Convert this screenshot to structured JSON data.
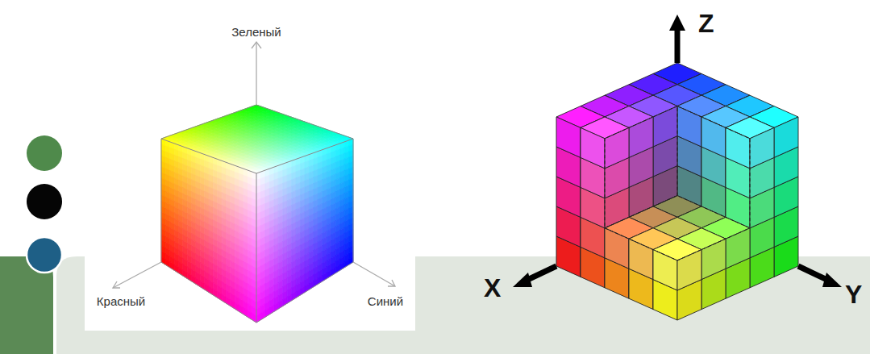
{
  "diagram": {
    "labels": [
      "Зеленый",
      "Красный",
      "Синий",
      "Z",
      "X",
      "Y"
    ]
  }
}
